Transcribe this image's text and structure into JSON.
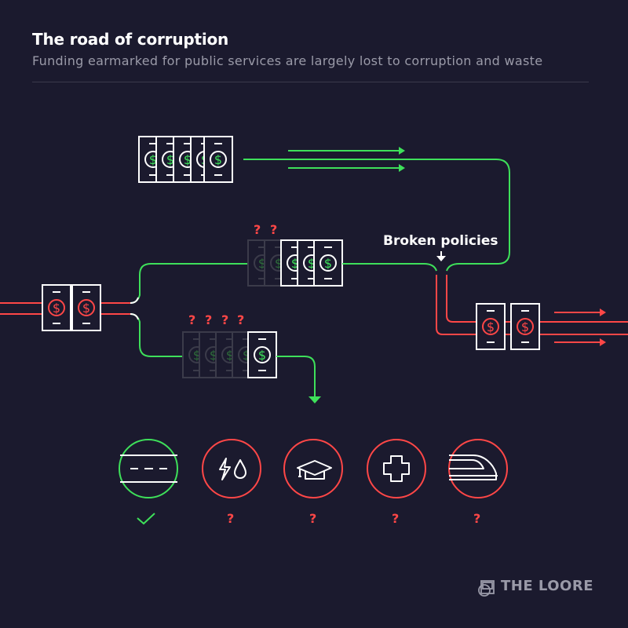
{
  "title": "The road of corruption",
  "subtitle": "Funding earmarked for public services are largely lost to corruption and waste",
  "label_broken_policies": "Broken policies",
  "brand": "THE LOORE",
  "question_mark": "?",
  "colors": {
    "background": "#1b1a2e",
    "green": "#3ee05a",
    "red": "#ff4747",
    "white": "#ffffff",
    "muted": "#9a9aa8",
    "faded_note": "#4a4a58"
  },
  "services": [
    {
      "name": "roads",
      "icon": "road-icon",
      "status": "check"
    },
    {
      "name": "utilities",
      "icon": "power-water-icon",
      "status": "question"
    },
    {
      "name": "education",
      "icon": "graduation-cap-icon",
      "status": "question"
    },
    {
      "name": "health",
      "icon": "medical-cross-icon",
      "status": "question"
    },
    {
      "name": "transit",
      "icon": "train-icon",
      "status": "question"
    }
  ]
}
